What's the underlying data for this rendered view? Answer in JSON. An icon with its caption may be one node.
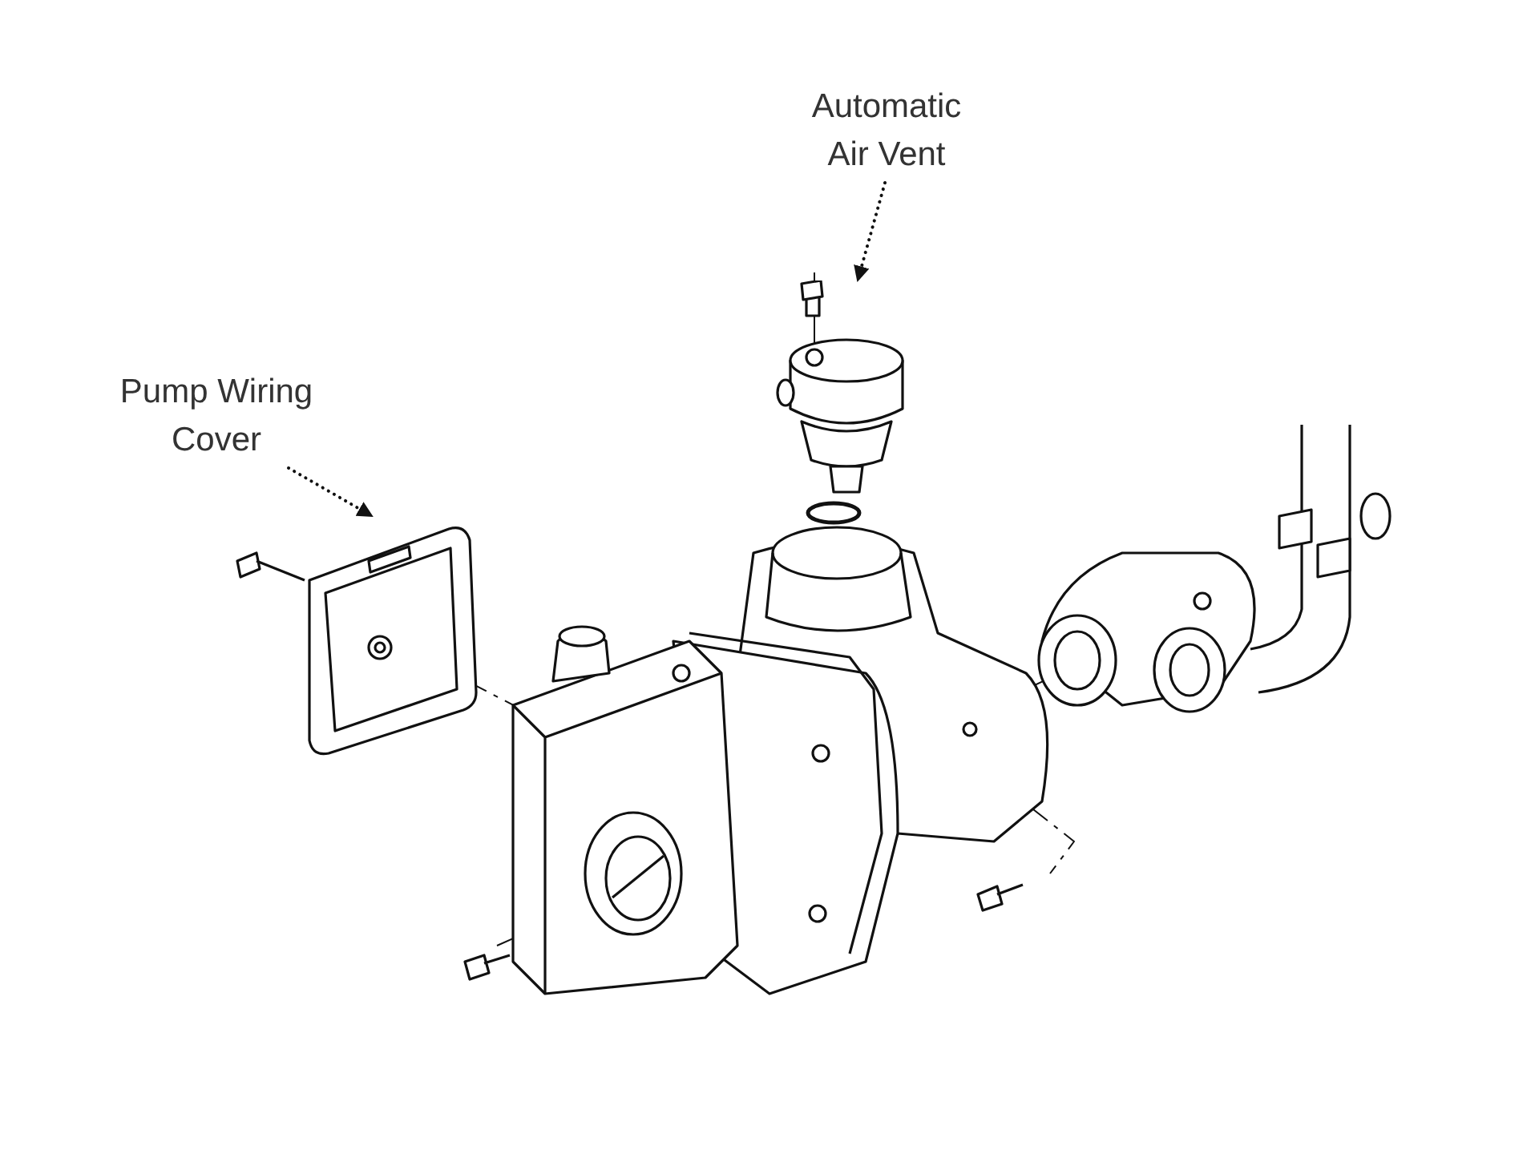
{
  "diagram": {
    "nodes": [
      {
        "text": [
          "Pump Wiring Cover"
        ]
      },
      {
        "text": [],
        "shape": "picture"
      },
      {
        "text": [
          "Automatic Air Vent"
        ]
      },
      {
        "text": [],
        "shape": "picture"
      }
    ],
    "edges": [
      {
        "from": 0,
        "to": 1,
        "arrow": "to",
        "style": "dashed"
      },
      {
        "from": 2,
        "to": 3,
        "arrow": "to",
        "style": "dashed"
      }
    ]
  }
}
